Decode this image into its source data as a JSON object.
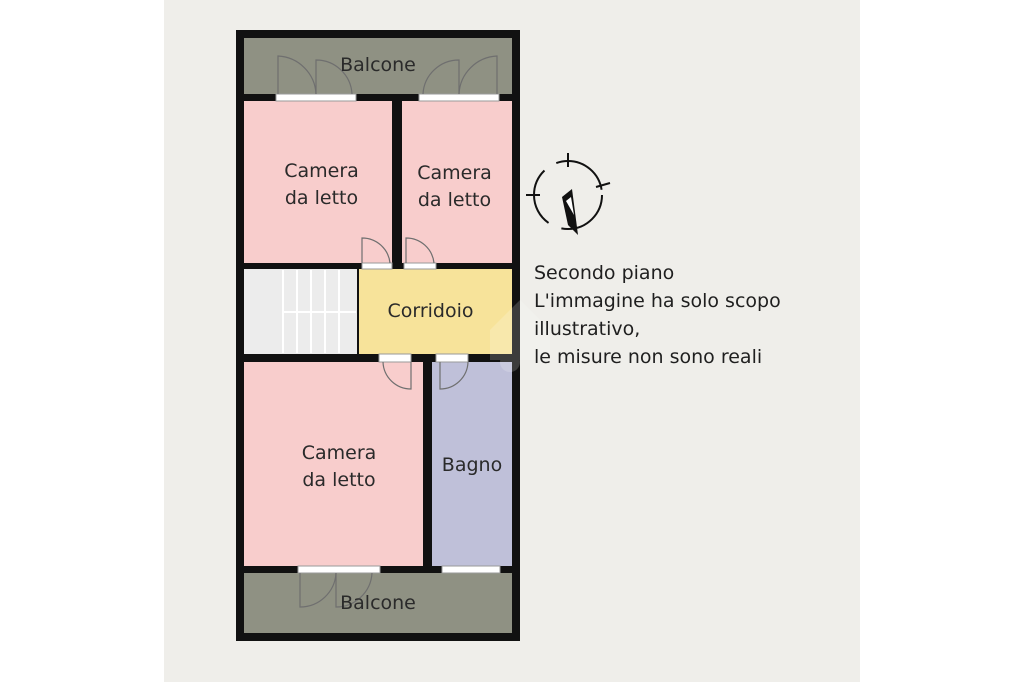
{
  "rooms": {
    "balcony_top": "Balcone",
    "bedroom_top_left": [
      "Camera",
      "da letto"
    ],
    "bedroom_top_right": [
      "Camera",
      "da letto"
    ],
    "corridor": "Corridoio",
    "bedroom_bottom": [
      "Camera",
      "da letto"
    ],
    "bathroom": "Bagno",
    "balcony_bottom": "Balcone"
  },
  "note": {
    "line1": "Secondo piano",
    "line2": "L'immagine ha solo scopo",
    "line3": "illustrativo,",
    "line4": "le misure non sono reali"
  },
  "colors": {
    "background": "#efeeea",
    "walls": "#111111",
    "balcony": "#8f9183",
    "bedroom": "#f8cdcc",
    "corridor": "#f7e39a",
    "bathroom": "#bfc0d9",
    "stairs": "#ececec"
  },
  "icons": [
    "compass-icon"
  ]
}
